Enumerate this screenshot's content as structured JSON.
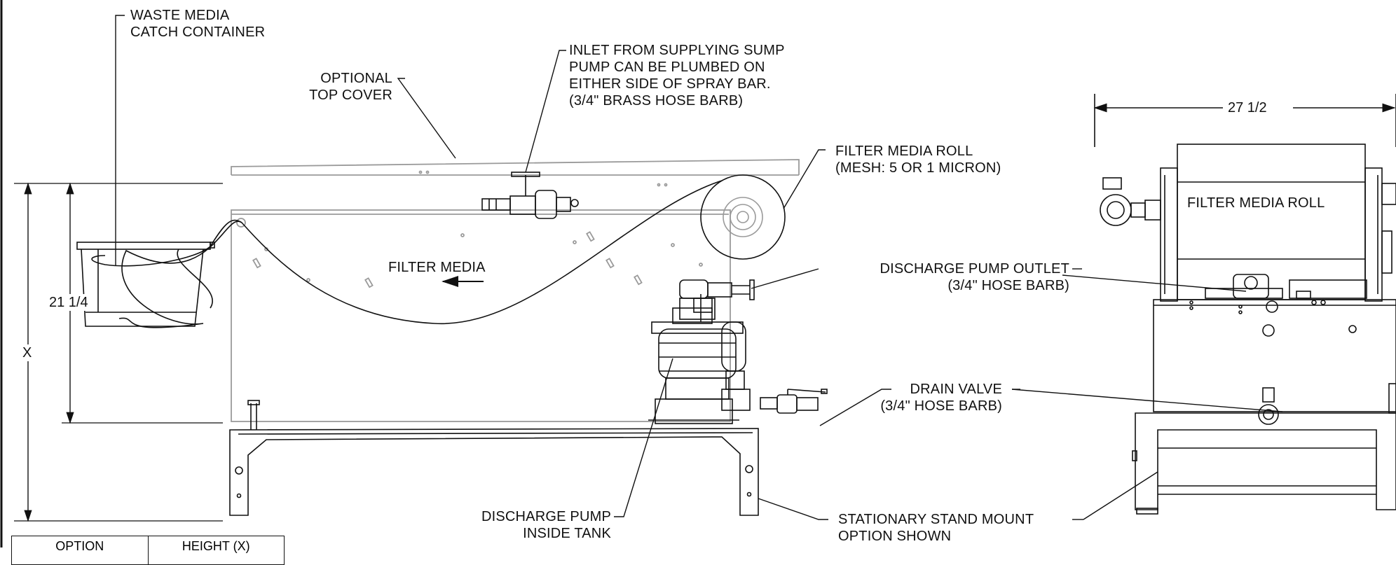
{
  "labels": {
    "waste_media": [
      "WASTE MEDIA",
      "CATCH CONTAINER"
    ],
    "top_cover": [
      "OPTIONAL",
      "TOP COVER"
    ],
    "inlet": [
      "INLET FROM SUPPLYING SUMP",
      "PUMP CAN BE PLUMBED ON",
      "EITHER SIDE OF SPRAY BAR.",
      "(3/4\" BRASS HOSE BARB)"
    ],
    "filter_media_roll_callout": [
      "FILTER MEDIA ROLL",
      "(MESH: 5 OR 1 MICRON)"
    ],
    "filter_media": "FILTER MEDIA",
    "discharge_outlet": [
      "DISCHARGE PUMP OUTLET",
      "(3/4\" HOSE BARB)"
    ],
    "drain_valve": [
      "DRAIN VALVE",
      "(3/4\" HOSE BARB)"
    ],
    "discharge_pump": [
      "DISCHARGE PUMP",
      "INSIDE TANK"
    ],
    "stand_mount": [
      "STATIONARY STAND MOUNT",
      "OPTION SHOWN"
    ],
    "filter_media_roll_end_view": "FILTER MEDIA ROLL"
  },
  "dimensions": {
    "tank_height": "21 1/4",
    "overall_height": "X",
    "end_view_width": "27 1/2"
  },
  "table": {
    "headers": [
      "OPTION",
      "HEIGHT (X)"
    ]
  },
  "colors": {
    "linework": "#111111",
    "hidden_lines": "#9a9a9a"
  }
}
